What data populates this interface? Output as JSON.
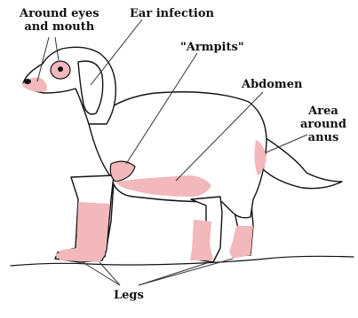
{
  "labels": {
    "around_eyes_line1": "Around eyes",
    "around_eyes_line2": "and mouth",
    "ear_infection": "Ear infection",
    "armpits": "\"Armpits\"",
    "abdomen": "Abdomen",
    "area_line1": "Area",
    "area_line2": "around",
    "area_line3": "anus",
    "legs": "Legs"
  },
  "colors": {
    "highlight": "#f2b8bc",
    "outline": "#111111"
  }
}
